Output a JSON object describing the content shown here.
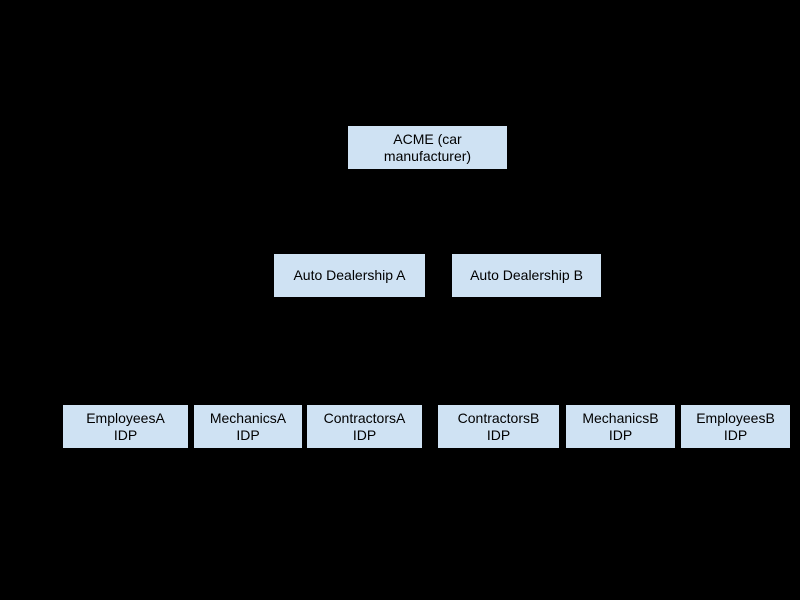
{
  "colors": {
    "background": "#000000",
    "node_fill": "#cfe2f3",
    "node_text": "#000000"
  },
  "nodes": {
    "acme": {
      "lines": [
        "ACME (car",
        "manufacturer)"
      ]
    },
    "dealership_a": {
      "lines": [
        "Auto Dealership A"
      ]
    },
    "dealership_b": {
      "lines": [
        "Auto Dealership B"
      ]
    },
    "employees_a": {
      "lines": [
        "EmployeesA",
        "IDP"
      ]
    },
    "mechanics_a": {
      "lines": [
        "MechanicsA",
        "IDP"
      ]
    },
    "contractors_a": {
      "lines": [
        "ContractorsA",
        "IDP"
      ]
    },
    "contractors_b": {
      "lines": [
        "ContractorsB",
        "IDP"
      ]
    },
    "mechanics_b": {
      "lines": [
        "MechanicsB",
        "IDP"
      ]
    },
    "employees_b": {
      "lines": [
        "EmployeesB",
        "IDP"
      ]
    }
  }
}
